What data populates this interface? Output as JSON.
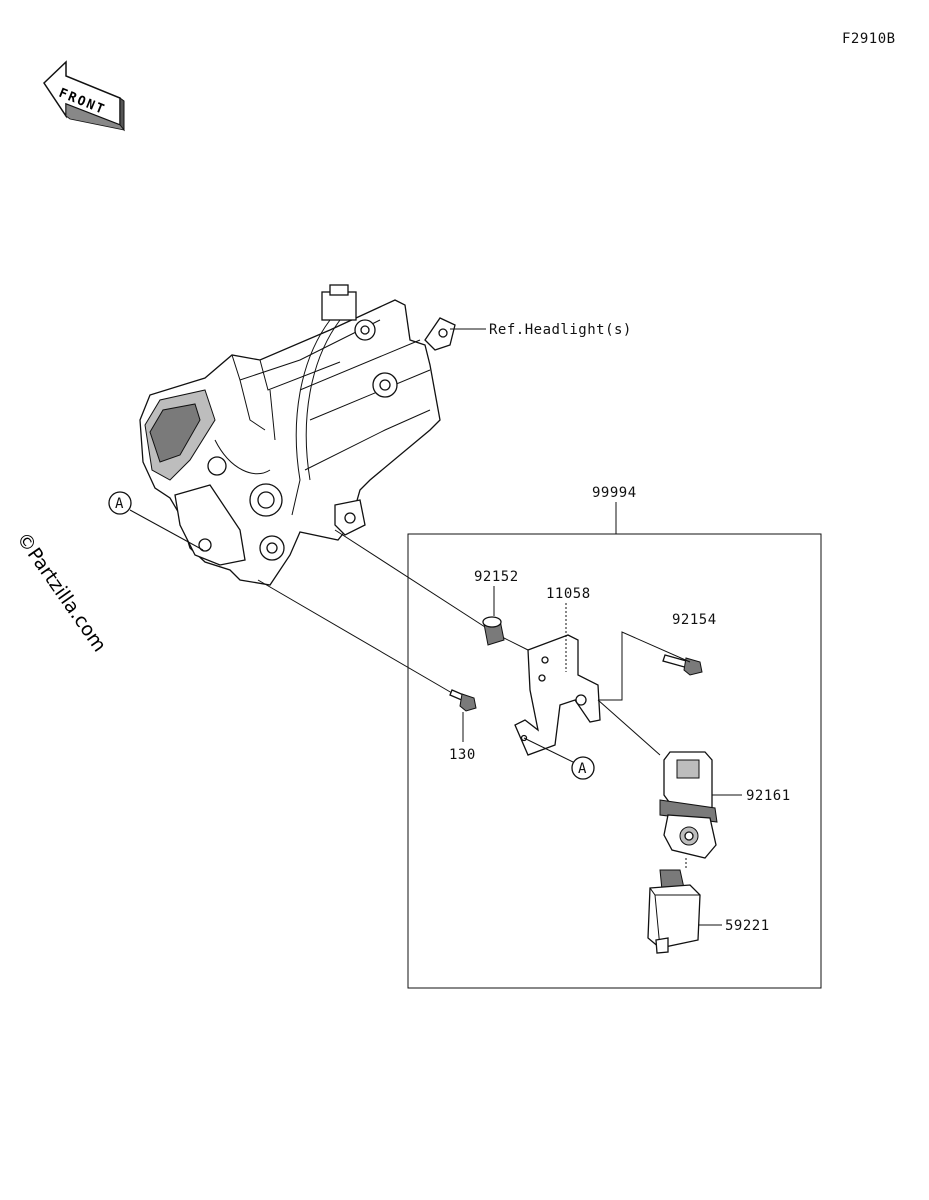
{
  "figure_code": "F2910B",
  "front_arrow_text": "FRONT",
  "watermark": "©Partzilla.com",
  "reference_label": "Ref.Headlight(s)",
  "callout_a": "A",
  "parts": {
    "kit": "99994",
    "collar": "92152",
    "bracket": "11058",
    "bolt_upper": "92154",
    "bolt_lower": "130",
    "holder": "92161",
    "unit": "59221"
  }
}
